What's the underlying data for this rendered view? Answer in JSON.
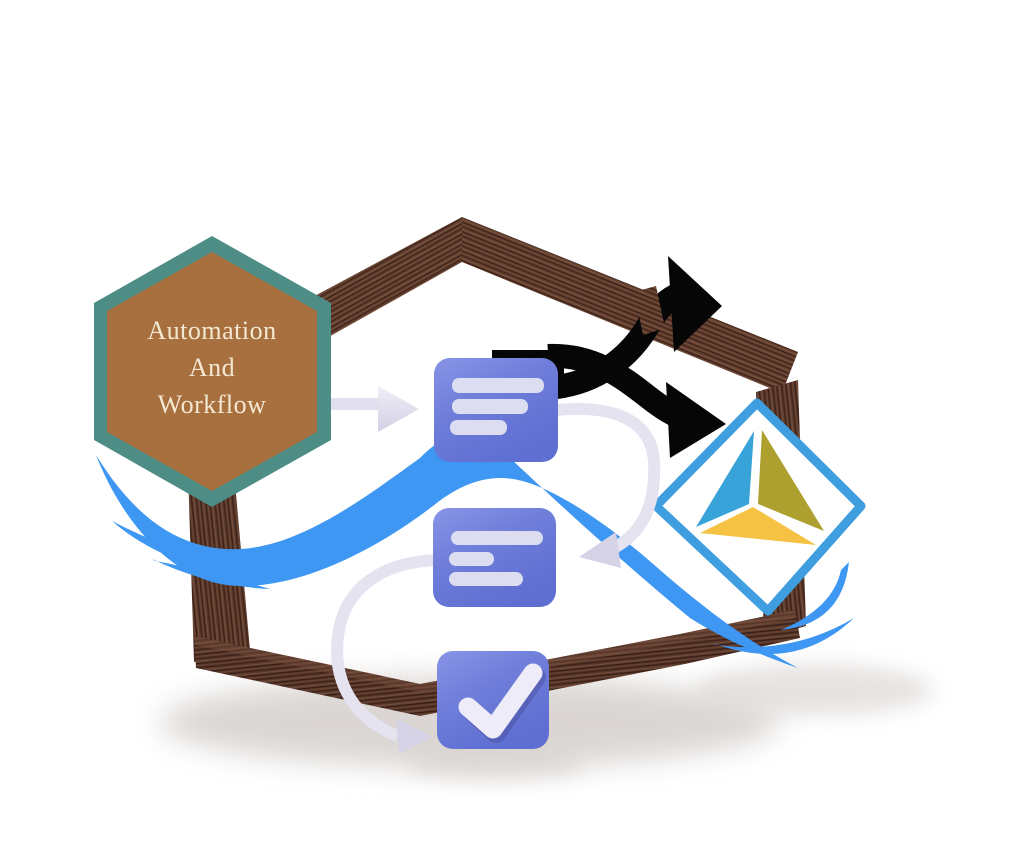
{
  "title": {
    "line1": "Automation",
    "line2": "And",
    "line3": "Workflow"
  },
  "hexagon": {
    "fill": "#A9703F",
    "border": "#4E8C86",
    "text_color": "#F3E9D3"
  },
  "palette": {
    "ribbon_blue": "#3E97F2",
    "card_blue": "#6F7EDA",
    "card_blue_light": "#8894E6",
    "card_blue_dark": "#5E6ED1",
    "card_line": "#DCDDF1",
    "arrow_white": "#E4E1EF",
    "arrow_white_dark": "#D6D3E6",
    "wood_dark": "#5A382B",
    "wood_mid": "#6B4533",
    "black_arrow": "#060606",
    "diamond_outline": "#3E9EDF",
    "pyramid_left": "#38A3D8",
    "pyramid_right": "#ADA02E",
    "pyramid_bottom": "#F5C243",
    "shadow": "#CFC9C5"
  },
  "icons": [
    "hexagon-badge",
    "wooden-hexagon-frame",
    "task-card-icon",
    "task-card-2-icon",
    "check-card-icon",
    "flow-split-arrow-icon",
    "pyramid-diamond-logo",
    "swoosh-ribbon",
    "connector-arrow"
  ]
}
